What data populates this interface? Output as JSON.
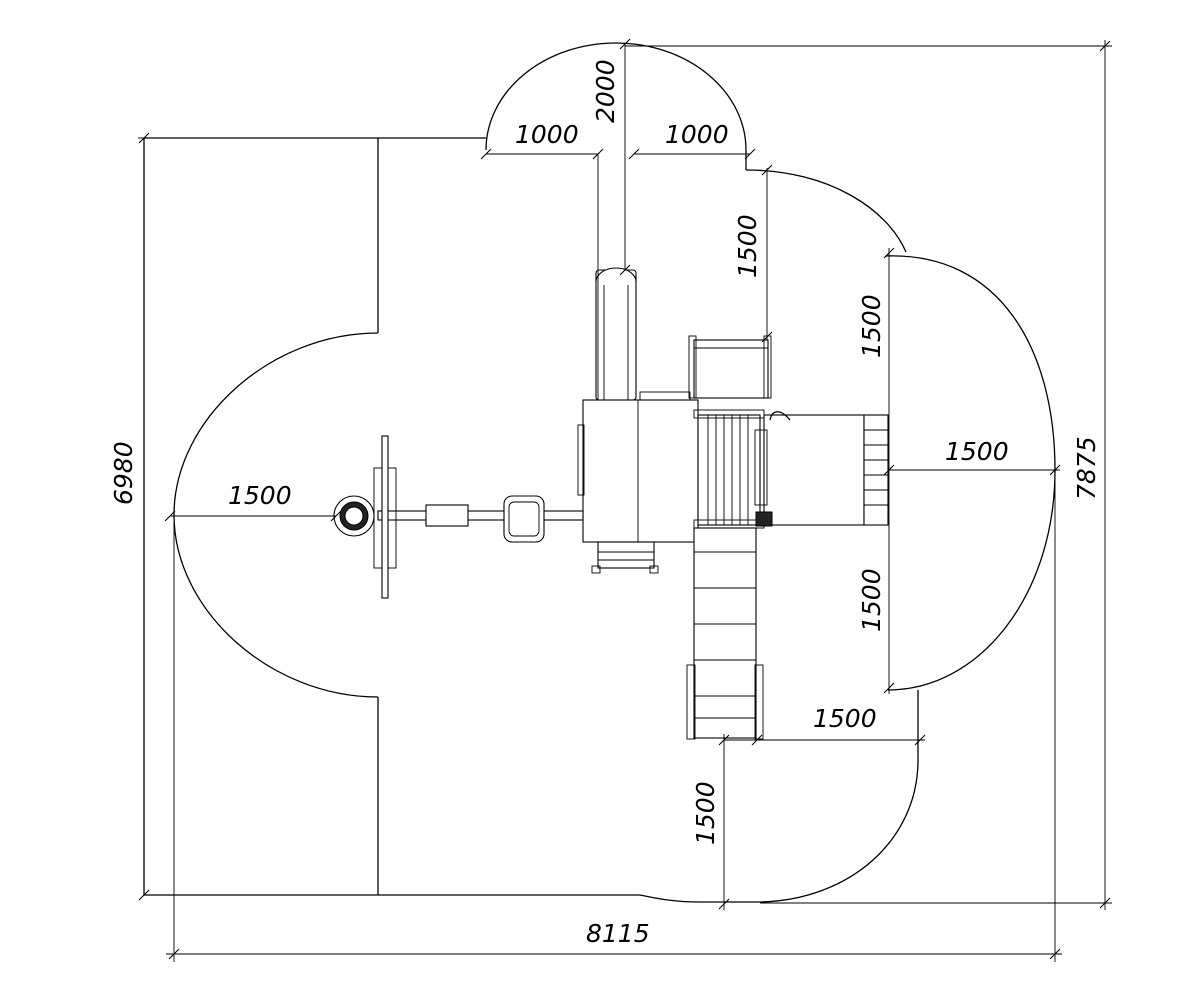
{
  "drawing": {
    "dimensions": {
      "top_left_width": "1000",
      "top_depth": "2000",
      "top_right_width": "1000",
      "right_upper_depth": "1500",
      "right_mid_upper": "1500",
      "right_mid_width": "1500",
      "right_mid_lower": "1500",
      "bottom_right_width": "1500",
      "bottom_depth": "1500",
      "left_width": "1500",
      "overall_height_left": "6980",
      "overall_height_right": "7875",
      "overall_width": "8115"
    }
  }
}
